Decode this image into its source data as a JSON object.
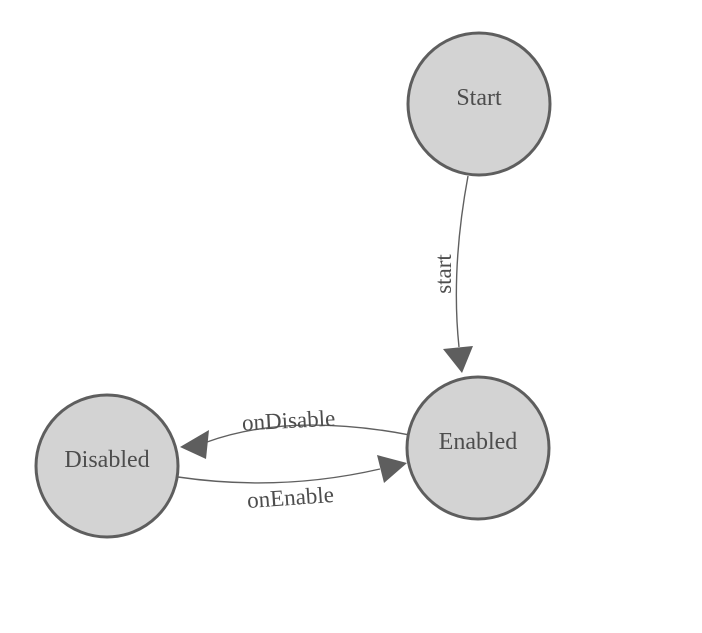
{
  "diagram": {
    "type": "state-machine",
    "background_color": "#ffffff",
    "colors": {
      "node_fill": "#d3d3d3",
      "node_border": "#5e5e5e",
      "edge_line": "#606060",
      "arrowhead": "#5e5e5e",
      "text": "#4d4d4d"
    },
    "nodes": [
      {
        "id": "start",
        "label": "Start"
      },
      {
        "id": "enabled",
        "label": "Enabled"
      },
      {
        "id": "disabled",
        "label": "Disabled"
      }
    ],
    "edges": [
      {
        "from": "Start",
        "to": "Enabled",
        "label": "start"
      },
      {
        "from": "Enabled",
        "to": "Disabled",
        "label": "onDisable"
      },
      {
        "from": "Disabled",
        "to": "Enabled",
        "label": "onEnable"
      }
    ]
  }
}
